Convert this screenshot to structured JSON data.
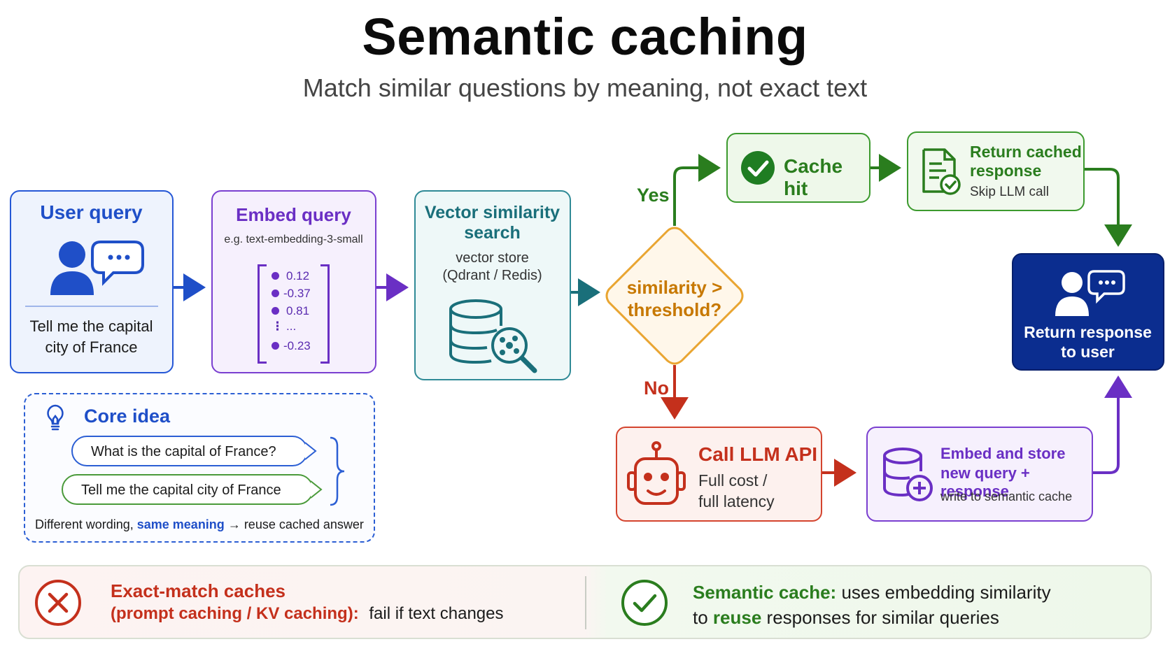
{
  "title": "Semantic caching",
  "subtitle": "Match similar questions by meaning, not exact text",
  "user_query": {
    "heading": "User query",
    "text_line1": "Tell me the capital",
    "text_line2": "city of France"
  },
  "embed_query": {
    "heading": "Embed query",
    "model": "e.g. text-embedding-3-small",
    "vector": [
      "0.12",
      "-0.37",
      "0.81",
      "...",
      "-0.23"
    ]
  },
  "vector_search": {
    "heading_line1": "Vector similarity",
    "heading_line2": "search",
    "sub_line1": "vector store",
    "sub_line2": "(Qdrant / Redis)"
  },
  "decision": {
    "line1": "similarity >",
    "line2": "threshold?",
    "yes": "Yes",
    "no": "No"
  },
  "cache_hit": {
    "label": "Cache hit"
  },
  "return_cached": {
    "line1": "Return cached",
    "line2": "response",
    "sub": "Skip LLM call"
  },
  "return_user": {
    "line1": "Return response",
    "line2": "to user"
  },
  "call_llm": {
    "heading": "Call LLM API",
    "sub_line1": "Full cost /",
    "sub_line2": "full latency"
  },
  "embed_store": {
    "line1": "Embed and store",
    "line2": "new query + response",
    "sub": "write to semantic cache"
  },
  "core_idea": {
    "heading": "Core idea",
    "q1": "What is the capital of France?",
    "q2": "Tell me the capital city of France",
    "footer_part1": "Different wording, ",
    "footer_highlight": "same meaning",
    "footer_part2": " → reuse cached answer"
  },
  "bottom": {
    "left_title": "Exact-match caches",
    "left_sub_red": "(prompt caching / KV caching):",
    "left_sub_rest": "fail if text changes",
    "right_green1": "Semantic cache:",
    "right_rest1": " uses embedding similarity",
    "right_part2a": "to ",
    "right_green2": "reuse",
    "right_part2b": " responses for similar queries"
  },
  "colors": {
    "blue": "#1f4fc8",
    "purple": "#6a2fc4",
    "teal": "#1a6f7a",
    "orange": "#e59a1f",
    "green": "#2a7d1e",
    "red": "#c4301c",
    "navy": "#0b2d8f"
  }
}
